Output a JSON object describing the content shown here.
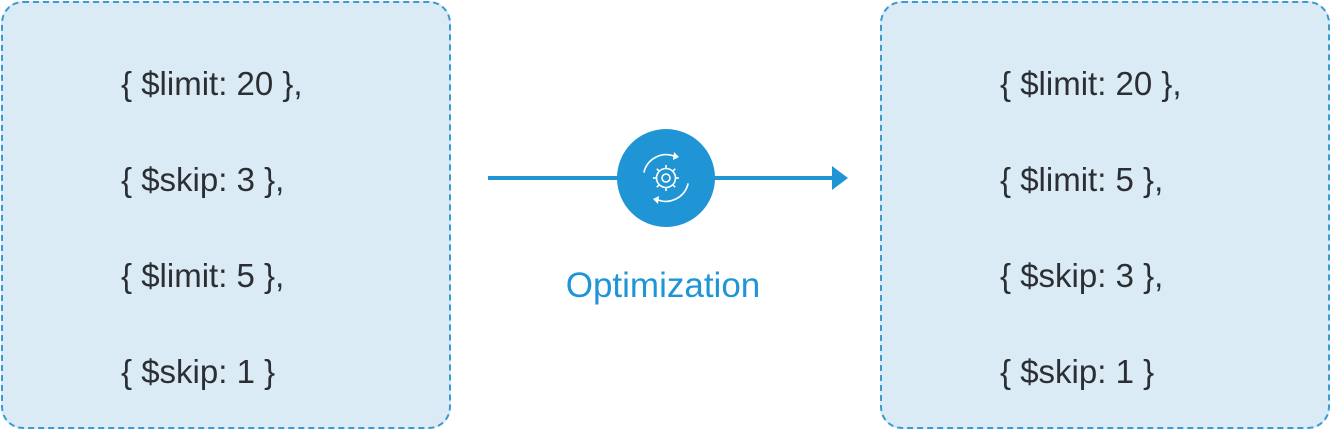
{
  "input_pipeline": {
    "stages": [
      "{ $limit: 20 },",
      "{ $skip: 3 },",
      "{ $limit: 5 },",
      "{ $skip: 1 }"
    ]
  },
  "output_pipeline": {
    "stages": [
      "{ $limit: 20 },",
      "{ $limit: 5 },",
      "{ $skip: 3 },",
      "{ $skip: 1 }"
    ]
  },
  "transform": {
    "label": "Optimization",
    "icon": "gear-refresh-icon"
  },
  "colors": {
    "box_fill": "#dbebf6",
    "box_border": "#3a9bd1",
    "accent": "#1f95d6",
    "text": "#2b2f33"
  }
}
